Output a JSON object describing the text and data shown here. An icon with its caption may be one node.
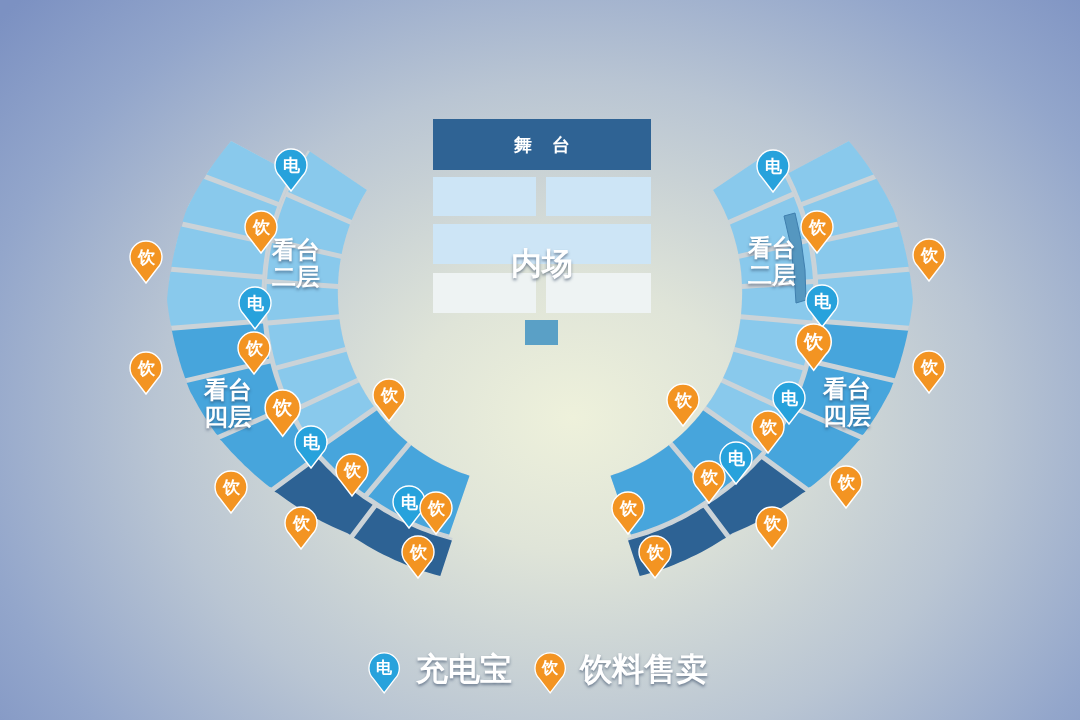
{
  "diagram": {
    "nodes": [
      {
        "text": [
          "舞 台"
        ]
      },
      {
        "text": [
          "内场"
        ]
      },
      {
        "text": [
          "电"
        ]
      },
      {
        "text": [
          "电"
        ]
      },
      {
        "text": [
          "饮"
        ]
      },
      {
        "text": [
          "饮"
        ]
      },
      {
        "text": [
          "饮"
        ]
      },
      {
        "text": [
          "饮"
        ]
      },
      {
        "text": [
          "电"
        ]
      },
      {
        "text": [
          "电"
        ]
      },
      {
        "text": [
          "饮"
        ]
      },
      {
        "text": [
          "饮"
        ]
      },
      {
        "text": [
          "饮"
        ]
      },
      {
        "text": [
          "饮"
        ]
      },
      {
        "text": [
          "饮"
        ]
      },
      {
        "text": [
          "电"
        ]
      },
      {
        "text": [
          "饮"
        ]
      },
      {
        "text": [
          "饮"
        ]
      },
      {
        "text": [
          "饮"
        ]
      },
      {
        "text": [
          "电"
        ]
      },
      {
        "text": [
          "电"
        ]
      },
      {
        "text": [
          "饮"
        ]
      },
      {
        "text": [
          "饮"
        ]
      },
      {
        "text": [
          "饮"
        ]
      },
      {
        "text": [
          "饮"
        ]
      },
      {
        "text": [
          "电"
        ]
      },
      {
        "text": [
          "饮"
        ]
      },
      {
        "text": [
          "饮"
        ]
      },
      {
        "text": [
          "饮"
        ]
      },
      {
        "text": [
          "饮"
        ]
      },
      {
        "text": [
          "饮"
        ]
      },
      {
        "text": [
          "饮"
        ]
      }
    ],
    "labels": [
      "看台二层",
      "看台二层",
      "看台四层",
      "看台四层",
      "电",
      "饮"
    ],
    "legend": [
      {
        "text": "充电宝"
      },
      {
        "text": "饮料售卖"
      }
    ]
  }
}
